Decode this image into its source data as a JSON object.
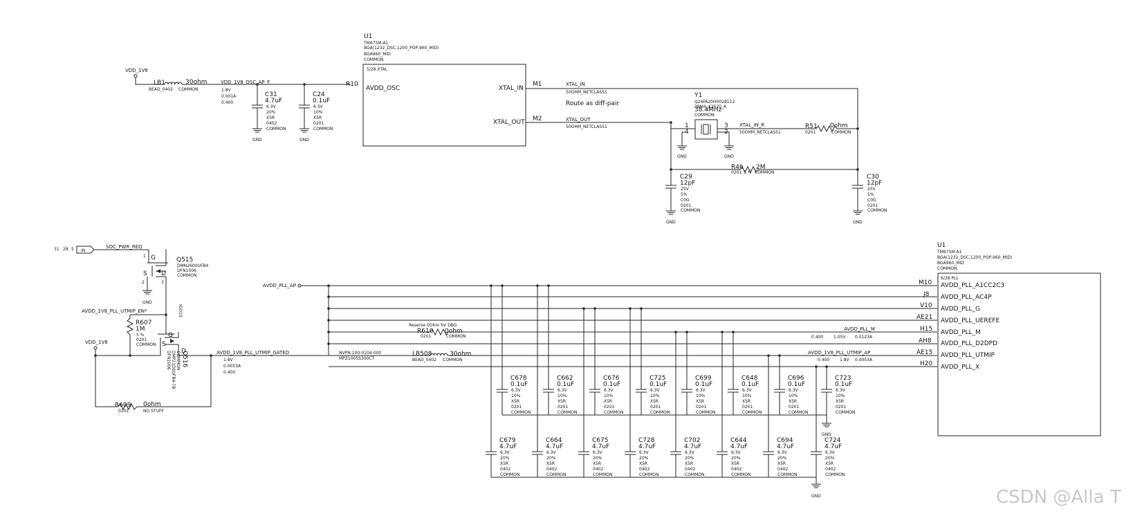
{
  "osc": {
    "vdd_1v8": "VDD_1V8",
    "lb1": {
      "ref": "LB1",
      "value": "30ohm",
      "fp": "BEAD_0402",
      "tag": "COMMON"
    },
    "net_osc": "VDD_1V8_OSC_AP_F",
    "net_osc_spec": [
      "1.8V",
      "0.001A",
      "0.400"
    ],
    "c31": {
      "ref": "C31",
      "value": "4.7uF",
      "specs": [
        "6.3V",
        "20%",
        "X5R",
        "0402",
        "COMMON"
      ]
    },
    "c24": {
      "ref": "C24",
      "value": "0.1uF",
      "specs": [
        "6.3V",
        "10%",
        "X5R",
        "0201",
        "COMMON"
      ]
    },
    "gnd": "GND",
    "u1": {
      "ref": "U1",
      "part": "TM675M-A1",
      "pkg": "BGA(1232_DSC,1200_POP,960_MID)",
      "sym": "BGA960_MID",
      "tag": "COMMON",
      "sheet": "5/28 XTAL",
      "pin_r10": "R10",
      "pin_avdd_osc": "AVDD_OSC",
      "pin_xtal_in": "XTAL_IN",
      "pin_xtal_out": "XTAL_OUT",
      "pin_m1": "M1",
      "pin_m2": "M2"
    },
    "net_xtal_in": "XTAL_IN",
    "net_xtal_in_class": "50OHM_NETCLASS1",
    "net_xtal_out": "XTAL_OUT",
    "net_xtal_out_class": "50OHM_NETCLASS1",
    "note_diffpair": "Route as diff-pair",
    "y1": {
      "ref": "Y1",
      "part": "Q24FA20H0028112",
      "sub": "38M4_X2520_A",
      "freq": "38.4MHz",
      "tag": "COMMON",
      "p1": "1",
      "p2": "2",
      "p3": "3",
      "p4": "4"
    },
    "net_xtal_in_r": "XTAL_IN_R",
    "net_xtal_in_r_class": "50OHM_NETCLASS1",
    "r51": {
      "ref": "R51",
      "value": "0ohm",
      "fp": "0201",
      "tag": "COMMON"
    },
    "r46": {
      "ref": "R46",
      "value": "2M",
      "fp": "0201",
      "tol": "5 %",
      "tag": "COMMON"
    },
    "c29": {
      "ref": "C29",
      "value": "12pF",
      "specs": [
        "25V",
        "5%",
        "C0G",
        "0201",
        "COMMON"
      ]
    },
    "c30": {
      "ref": "C30",
      "value": "12pF",
      "specs": [
        "25V",
        "5%",
        "C0G",
        "0201",
        "COMMON"
      ]
    }
  },
  "pll": {
    "page_refs": [
      "31",
      "28",
      "5"
    ],
    "in_flag": "IN",
    "net_soc_pwr_req": "SOC_PWR_REQ",
    "q515": {
      "ref": "Q515",
      "part": "DMN2600UFB4",
      "pkg": "DFN1006",
      "tag": "COMMON",
      "g": "G",
      "s": "S",
      "d": "D",
      "p1": "1",
      "p2": "2",
      "p3": "3"
    },
    "net_utmip_en": "AVDD_1V8_PLL_UTMIP_EN*",
    "r607": {
      "ref": "R607",
      "value": "1M",
      "tol": "5 %",
      "fp": "0201",
      "tag": "COMMON"
    },
    "vdd_1v8": "VDD_1V8",
    "q516": {
      "ref": "Q516",
      "part": "DMP21D0UFB4-7B",
      "pkg": "DFN1006",
      "tag": "COMMON",
      "g": "G",
      "s": "S",
      "d": "D",
      "igdis": "IGD1S"
    },
    "r609": {
      "ref": "R609",
      "value": "0ohm",
      "fp": "0201",
      "tag": "NO STUFF"
    },
    "net_gated": "AVDD_1V8_PLL_UTMIP_GATED",
    "net_gated_spec": [
      "1.8V",
      "0.0053A",
      "0.400"
    ],
    "avdd_pll_ap": "AVDD_PLL_AP",
    "r610": {
      "ref": "R610",
      "value": "0ohm",
      "note": "Reserve 0Ohm for DBG",
      "fp": "0201",
      "tag": "COMMON"
    },
    "lb508": {
      "ref": "LB508",
      "value": "30ohm",
      "nvpn": "NVPN:100-0104-000",
      "part": "MPZ1005S300CT",
      "fp": "BEAD_0402",
      "tag": "COMMON"
    },
    "net_pll_m": "AVDD_PLL_M",
    "net_pll_m_spec": [
      "0.400",
      "1.05V",
      "0.0123A"
    ],
    "net_pll_utmip_ap": "AVDD_1V8_PLL_UTMIP_AP",
    "net_pll_utmip_ap_spec": [
      "0.400",
      "1.8V",
      "0.0053A"
    ],
    "u1": {
      "ref": "U1",
      "part": "TM675M-A1",
      "pkg": "BGA(1232_DSC,1200_POP,960_MID)",
      "sym": "BGA960_MID",
      "tag": "COMMON",
      "sheet": "6/28 PLL",
      "pins": [
        {
          "num": "M10",
          "name": "AVDD_PLL_A1CC2C3"
        },
        {
          "num": "J8",
          "name": "AVDD_PLL_AC4P"
        },
        {
          "num": "V10",
          "name": "AVDD_PLL_G"
        },
        {
          "num": "AE21",
          "name": "AVDD_PLL_UEREFE"
        },
        {
          "num": "H15",
          "name": "AVDD_PLL_M"
        },
        {
          "num": "AH8",
          "name": "AVDD_PLL_D2DPD"
        },
        {
          "num": "AE15",
          "name": "AVDD_PLL_UTMIP"
        },
        {
          "num": "H20",
          "name": "AVDD_PLL_X"
        }
      ]
    },
    "caps_top": [
      {
        "ref": "C678",
        "value": "0.1uF",
        "specs": [
          "6.3V",
          "10%",
          "X5R",
          "0201",
          "COMMON"
        ]
      },
      {
        "ref": "C662",
        "value": "0.1uF",
        "specs": [
          "6.3V",
          "10%",
          "X5R",
          "0201",
          "COMMON"
        ]
      },
      {
        "ref": "C676",
        "value": "0.1uF",
        "specs": [
          "6.3V",
          "10%",
          "X5R",
          "0201",
          "COMMON"
        ]
      },
      {
        "ref": "C725",
        "value": "0.1uF",
        "specs": [
          "6.3V",
          "10%",
          "X5R",
          "0201",
          "COMMON"
        ]
      },
      {
        "ref": "C699",
        "value": "0.1uF",
        "specs": [
          "6.3V",
          "10%",
          "X5R",
          "0201",
          "COMMON"
        ]
      },
      {
        "ref": "C648",
        "value": "0.1uF",
        "specs": [
          "6.3V",
          "10%",
          "X5R",
          "0201",
          "COMMON"
        ]
      },
      {
        "ref": "C696",
        "value": "0.1uF",
        "specs": [
          "6.3V",
          "10%",
          "X5R",
          "0201",
          "COMMON"
        ]
      },
      {
        "ref": "C723",
        "value": "0.1uF",
        "specs": [
          "6.3V",
          "10%",
          "X5R",
          "0201",
          "COMMON"
        ]
      }
    ],
    "caps_bot": [
      {
        "ref": "C679",
        "value": "4.7uF",
        "specs": [
          "6.3V",
          "20%",
          "X5R",
          "0402",
          "COMMON"
        ]
      },
      {
        "ref": "C664",
        "value": "4.7uF",
        "specs": [
          "6.3V",
          "20%",
          "X5R",
          "0402",
          "COMMON"
        ]
      },
      {
        "ref": "C675",
        "value": "4.7uF",
        "specs": [
          "6.3V",
          "20%",
          "X5R",
          "0402",
          "COMMON"
        ]
      },
      {
        "ref": "C728",
        "value": "4.7uF",
        "specs": [
          "6.3V",
          "20%",
          "X5R",
          "0402",
          "COMMON"
        ]
      },
      {
        "ref": "C702",
        "value": "4.7uF",
        "specs": [
          "6.3V",
          "20%",
          "X5R",
          "0402",
          "COMMON"
        ]
      },
      {
        "ref": "C644",
        "value": "4.7uF",
        "specs": [
          "6.3V",
          "20%",
          "X5R",
          "0402",
          "COMMON"
        ]
      },
      {
        "ref": "C694",
        "value": "4.7uF",
        "specs": [
          "6.3V",
          "20%",
          "X5R",
          "0402",
          "COMMON"
        ]
      },
      {
        "ref": "C724",
        "value": "4.7uF",
        "specs": [
          "6.3V",
          "20%",
          "X5R",
          "0402",
          "COMMON"
        ]
      }
    ],
    "gnd": "GND"
  },
  "watermark": "CSDN @Alla T"
}
